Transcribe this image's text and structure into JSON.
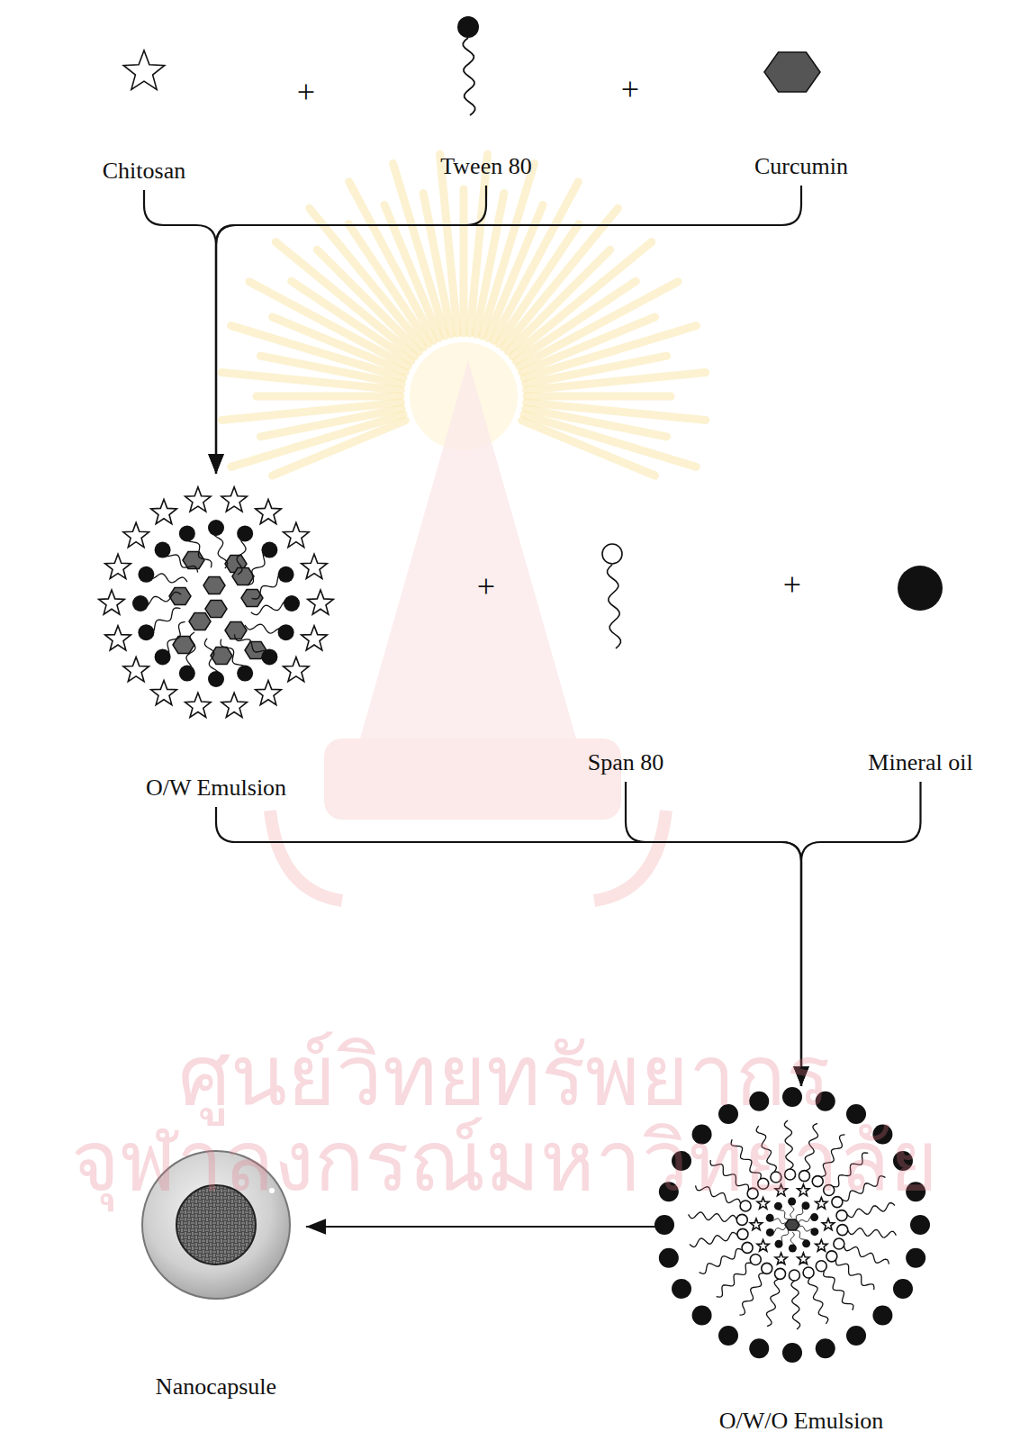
{
  "diagram": {
    "nodes": [
      {
        "text": [
          "Chitosan"
        ]
      },
      {
        "text": [
          "Tween 80"
        ]
      },
      {
        "text": [
          "Curcumin"
        ]
      },
      {
        "text": [
          "O/W Emulsion"
        ]
      },
      {
        "text": [
          "Span 80"
        ]
      },
      {
        "text": [
          "Mineral oil"
        ]
      },
      {
        "text": [
          "O/W/O Emulsion"
        ]
      },
      {
        "text": [
          "Nanocapsule"
        ]
      }
    ],
    "edges": [
      {
        "from": 0,
        "to": 3,
        "arrow": "to"
      },
      {
        "from": 1,
        "to": 3,
        "arrow": "to"
      },
      {
        "from": 2,
        "to": 3,
        "arrow": "to"
      },
      {
        "from": 3,
        "to": 6,
        "arrow": "to"
      },
      {
        "from": 4,
        "to": 6,
        "arrow": "to"
      },
      {
        "from": 5,
        "to": 6,
        "arrow": "to"
      },
      {
        "from": 6,
        "to": 7,
        "arrow": "to"
      }
    ],
    "labels": [
      "+",
      "+",
      "+",
      "+",
      "ศูนย์วิทยทรัพยากร",
      "จุฬาลงกรณ์มหาวิทยาลัย"
    ]
  }
}
